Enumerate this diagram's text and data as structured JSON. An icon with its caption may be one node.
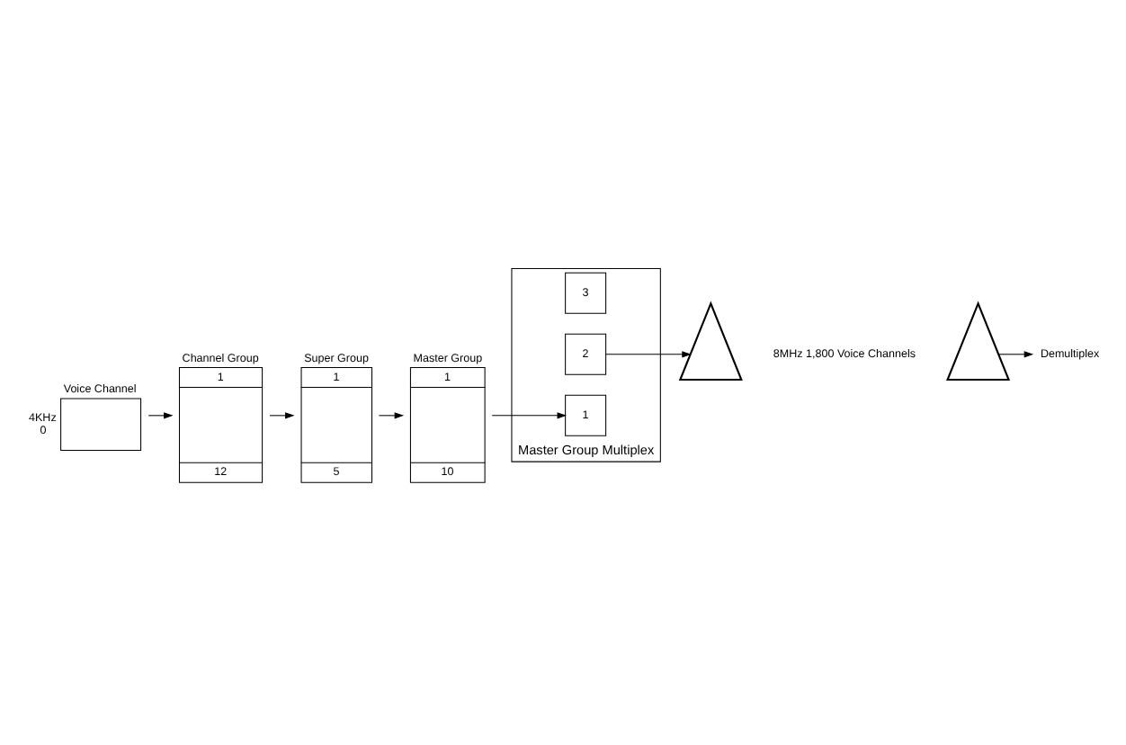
{
  "diagram": {
    "nodes": [
      {
        "text": [
          "Voice Channel"
        ],
        "beside": [
          "4KHz",
          "0"
        ]
      },
      {
        "text": [
          "Channel Group",
          "1",
          "12"
        ]
      },
      {
        "text": [
          "Super Group",
          "1",
          "5"
        ]
      },
      {
        "text": [
          "Master Group",
          "1",
          "10"
        ]
      },
      {
        "text": [
          "Master Group Multiplex"
        ]
      },
      {
        "text": [
          "1"
        ],
        "in": 4
      },
      {
        "text": [
          "2"
        ],
        "in": 4
      },
      {
        "text": [
          "3"
        ],
        "in": 4
      },
      {
        "text": [],
        "shape": "tower"
      },
      {
        "text": [],
        "shape": "tower"
      },
      {
        "text": [
          "Demultiplex"
        ]
      }
    ],
    "edges": [
      {
        "from": 0,
        "to": 1,
        "arrow": "to"
      },
      {
        "from": 1,
        "to": 2,
        "arrow": "to"
      },
      {
        "from": 2,
        "to": 3,
        "arrow": "to"
      },
      {
        "from": 3,
        "to": 5,
        "arrow": "to"
      },
      {
        "from": 6,
        "to": 8,
        "arrow": "to"
      },
      {
        "from": 9,
        "to": 10,
        "arrow": "to"
      }
    ],
    "labels": [
      "8MHz 1,800 Voice Channels"
    ]
  }
}
